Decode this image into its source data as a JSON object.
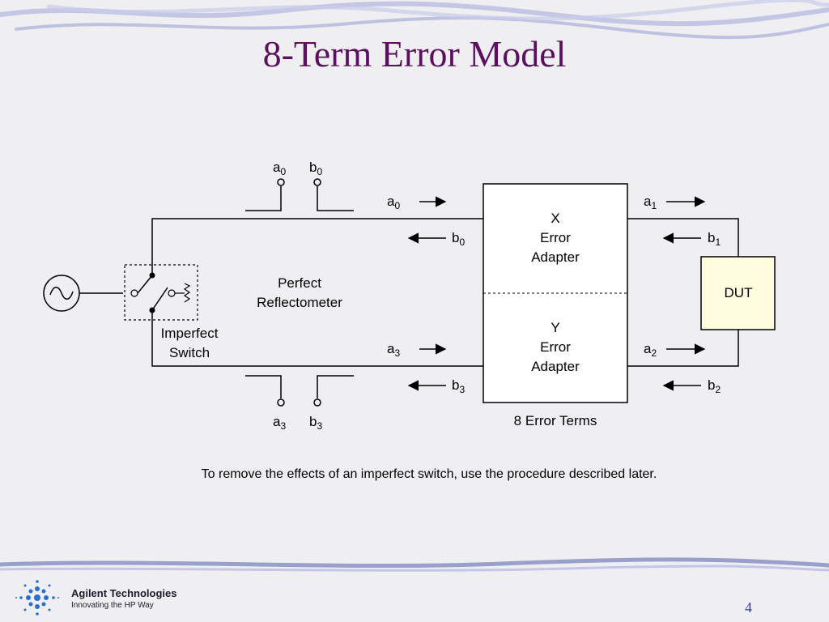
{
  "slide": {
    "title": "8-Term Error Model",
    "caption": "To remove the effects of an imperfect switch, use the procedure described later.",
    "company": "Agilent Technologies",
    "tagline": "Innovating the HP Way",
    "page_number": "4"
  },
  "diagram": {
    "couplers": {
      "top_a": "a",
      "top_a_sub": "0",
      "top_b": "b",
      "top_b_sub": "0",
      "bot_a": "a",
      "bot_a_sub": "3",
      "bot_b": "b",
      "bot_b_sub": "3"
    },
    "reflectometer_label_1": "Perfect",
    "reflectometer_label_2": "Reflectometer",
    "switch_label_1": "Imperfect",
    "switch_label_2": "Switch",
    "x_adapter": [
      "X",
      "Error",
      "Adapter"
    ],
    "y_adapter": [
      "Y",
      "Error",
      "Adapter"
    ],
    "error_terms_label": "8 Error Terms",
    "dut_label": "DUT",
    "waves": {
      "a0": {
        "main": "a",
        "sub": "0"
      },
      "b0": {
        "main": "b",
        "sub": "0"
      },
      "a3": {
        "main": "a",
        "sub": "3"
      },
      "b3": {
        "main": "b",
        "sub": "3"
      },
      "a1": {
        "main": "a",
        "sub": "1"
      },
      "b1": {
        "main": "b",
        "sub": "1"
      },
      "a2": {
        "main": "a",
        "sub": "2"
      },
      "b2": {
        "main": "b",
        "sub": "2"
      }
    }
  },
  "colors": {
    "title": "#5c0f5f",
    "dut_fill": "#fffde0",
    "swoosh": "#9aa0cc"
  }
}
